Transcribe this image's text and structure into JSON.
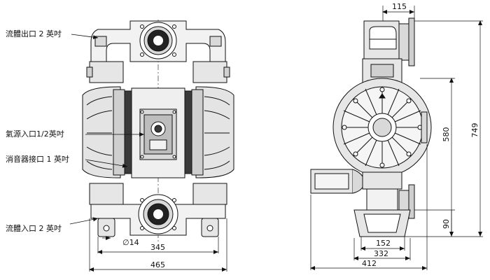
{
  "callouts": {
    "outlet": "流體出口 2 英吋",
    "air_inlet": "氣源入口1/2英吋",
    "muffler": "消音器接口 1 英吋",
    "inlet": "流體入口 2 英吋"
  },
  "dimensions": {
    "foot_hole": "∅14",
    "base_width": "345",
    "overall_width": "465",
    "side_top": "115",
    "side_base": "152",
    "side_mid": "332",
    "side_overall": "412",
    "height_mid": "580",
    "height_overall": "749",
    "height_inlet": "90"
  },
  "colors": {
    "line": "#111111",
    "fill_light": "#f2f2f2",
    "fill_mid": "#d9d9d9",
    "fill_dark": "#3a3a3a"
  }
}
